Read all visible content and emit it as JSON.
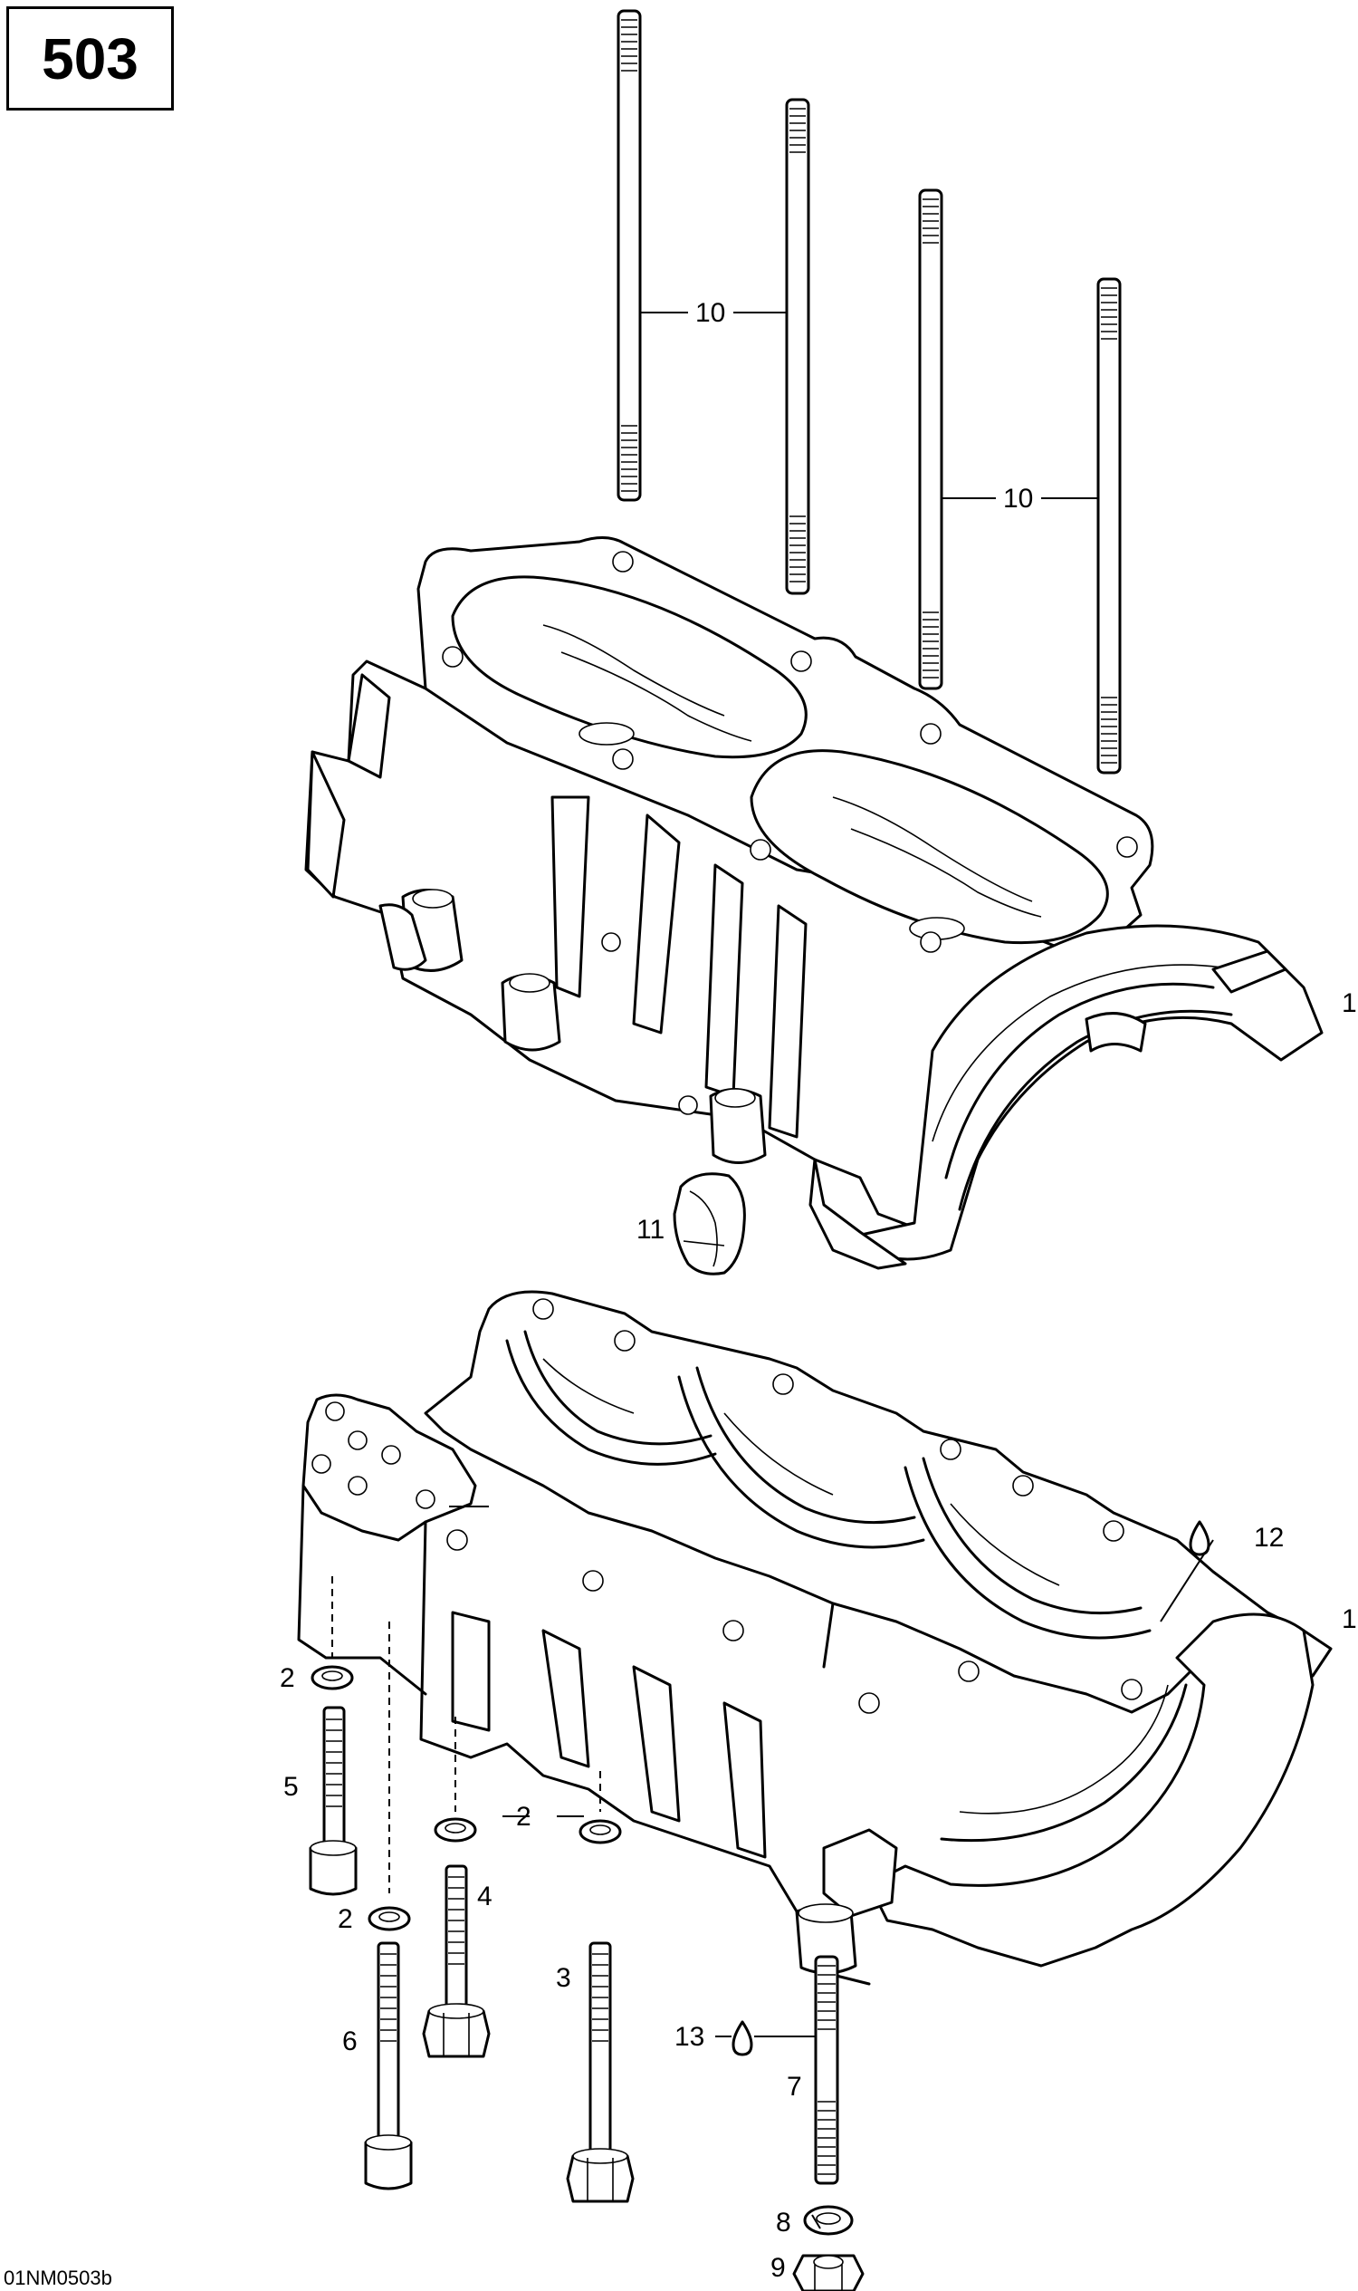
{
  "page_number": "503",
  "drawing_code": "01NM0503b",
  "callouts": {
    "c1_upper": "1",
    "c1_lower": "1",
    "c2_top": "2",
    "c2_mid": "2",
    "c2_low": "2",
    "c3": "3",
    "c4": "4",
    "c5": "5",
    "c6": "6",
    "c7": "7",
    "c8": "8",
    "c9": "9",
    "c10_a": "10",
    "c10_b": "10",
    "c11": "11",
    "c12": "12",
    "c13": "13"
  },
  "icons": {
    "sealant_drop": "drop-icon"
  }
}
